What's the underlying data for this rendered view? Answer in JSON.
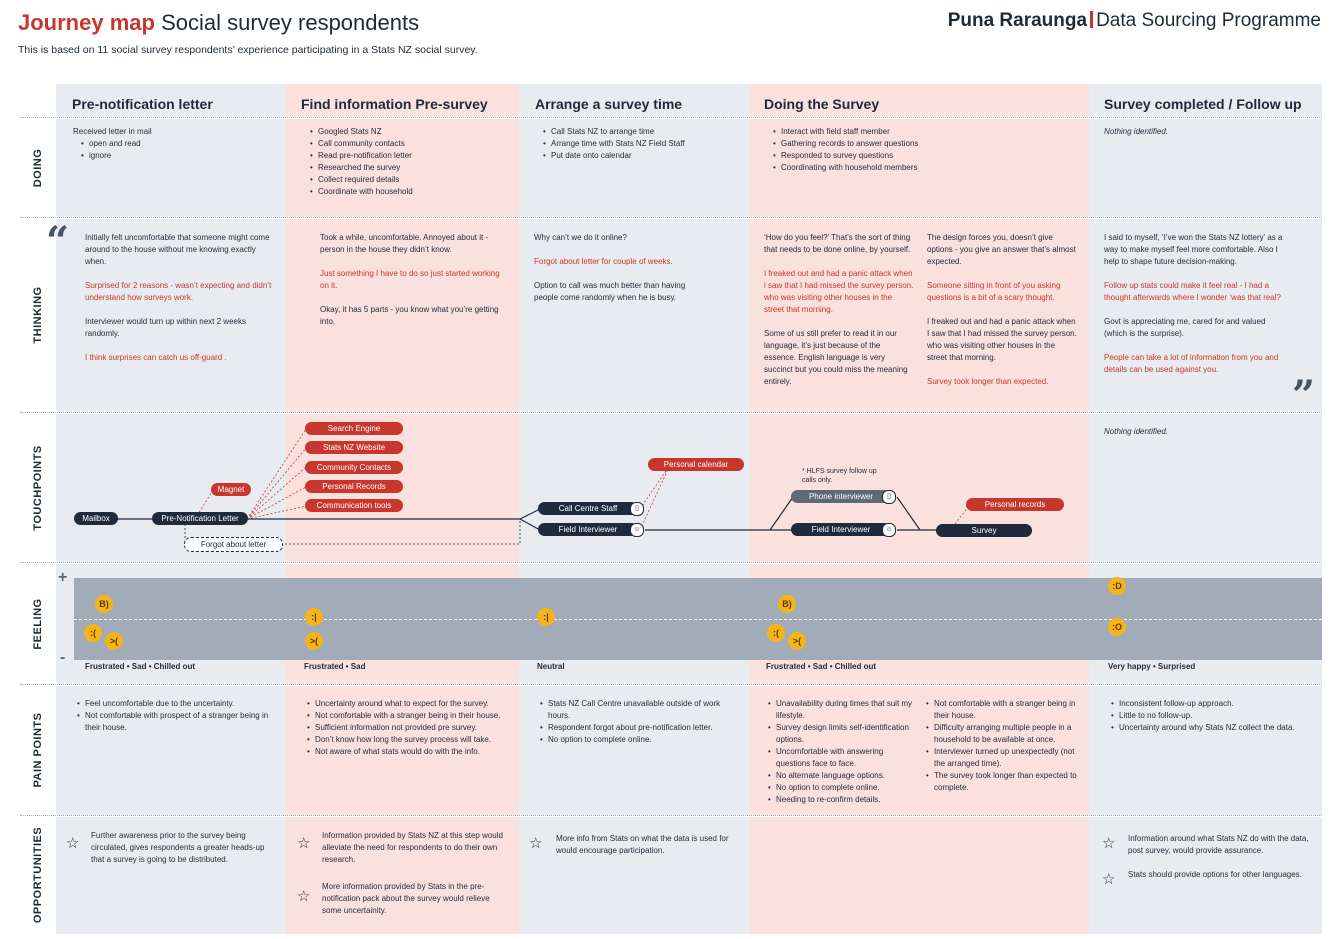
{
  "header": {
    "title_bold": "Journey map",
    "title_rest": "Social survey respondents",
    "subtitle": "This is based on 11 social survey respondents’ experience participating in a  Stats NZ social survey.",
    "brand_bold": "Puna Raraunga",
    "brand_rest": "Data Sourcing Programme"
  },
  "phases": [
    "Pre-notification letter",
    "Find information Pre-survey",
    "Arrange a survey time",
    "Doing the Survey",
    "Survey completed / Follow up"
  ],
  "rows": [
    "DOING",
    "THINKING",
    "TOUCHPOINTS",
    "FEELING",
    "PAIN POINTS",
    "OPPORTUNITIES"
  ],
  "doing": {
    "c1_intro": "Received letter in mail",
    "c1_items": [
      "open and read",
      "ignore"
    ],
    "c2_items": [
      "Googled Stats NZ",
      "Call community contacts",
      "Read pre-notification letter",
      "Researched the survey",
      "Collect required details",
      "Coordinate with household"
    ],
    "c3_items": [
      "Call Stats NZ to arrange time",
      "Arrange time with Stats NZ Field Staff",
      "Put date onto calendar"
    ],
    "c4_items": [
      "Interact with field staff member",
      "Gathering records to answer questions",
      "Responded to survey questions",
      "Coordinating with household members"
    ],
    "c5_text": "Nothing identified."
  },
  "thinking": {
    "c1": [
      {
        "t": "Initially felt uncomfortable that someone might come around to the house without me knowing exactly when.",
        "red": false
      },
      {
        "t": "Surprised for 2 reasons - wasn’t expecting and didn’t understand how surveys work.",
        "red": true
      },
      {
        "t": "Interviewer would turn up within next 2 weeks randomly.",
        "red": false
      },
      {
        "t": "I think surprises can catch us off-guard .",
        "red": true
      }
    ],
    "c2": [
      {
        "t": "Took a while, uncomfortable. Annoyed about it - person in the house they didn’t know.",
        "red": false
      },
      {
        "t": "Just something I have to do so just started working on it.",
        "red": true
      },
      {
        "t": "Okay, it has 5 parts - you know what you’re getting into.",
        "red": false
      }
    ],
    "c3": [
      {
        "t": "Why can’t we do it online?",
        "red": false
      },
      {
        "t": "Forgot about letter for couple of weeks.",
        "red": true
      },
      {
        "t": "Option to call was much better than having people come randomly when he is busy.",
        "red": false
      }
    ],
    "c4a": [
      {
        "t": "‘How do you feel?’ That’s the sort of thing that needs to be done online, by yourself.",
        "red": false
      },
      {
        "t": "I freaked out and had a panic attack when i saw that I had missed the survey person. who was visiting other houses in the street that morning.",
        "red": true
      },
      {
        "t": "Some of us still prefer to read it in our language, it’s just because of the essence. English language is very succinct but you could miss the meaning entirely.",
        "red": false
      }
    ],
    "c4b": [
      {
        "t": "The design forces you, doesn’t give options - you give an answer that’s almost expected.",
        "red": false
      },
      {
        "t": "Someone sitting in front of you asking questions is a bit of a scary thought.",
        "red": true
      },
      {
        "t": "I freaked out and had a panic attack when I saw that I had missed the survey person. who was visiting other houses in the street that morning.",
        "red": false
      },
      {
        "t": "Survey took longer than expected.",
        "red": true
      }
    ],
    "c5": [
      {
        "t": "I said to myself, ‘I’ve won the Stats NZ lottery’ as a way to make myself feel more comfortable. Also I help to shape future decision-making.",
        "red": false
      },
      {
        "t": "Follow up stats could make it feel real - I had a thought afterwards where I wonder ‘was that real?",
        "red": true
      },
      {
        "t": "Govt is appreciating me, cared for and valued (which is the surprise).",
        "red": false
      },
      {
        "t": "People can take a lot of information from you and details can be used against you.",
        "red": true
      }
    ]
  },
  "touchpoints": {
    "mailbox": "Mailbox",
    "prenotification": "Pre-Notification Letter",
    "magnet": "Magnet",
    "forgot": "Forgot about letter",
    "search": "Search Engine",
    "website": "Stats NZ Website",
    "community": "Community Contacts",
    "records": "Personal Records",
    "tools": "Communication tools",
    "callcentre": "Call Centre Staff",
    "field1": "Field Interviewer",
    "calendar": "Personal calendar",
    "hlfs_note": "* HLFS survey follow up calls only.",
    "phone": "Phone interviewer",
    "field2": "Field Interviewer",
    "personal_records": "Personal records",
    "survey": "Survey",
    "c5_text": "Nothing identified.",
    "phone_icon": "phone-icon",
    "person_icon": "person-icon"
  },
  "feeling": {
    "labels": [
      "Frustrated  •  Sad  •  Chilled out",
      "Frustrated  •  Sad",
      "Neutral",
      "Frustrated  •  Sad  •  Chilled out",
      "Very happy  •  Surprised"
    ],
    "plus": "+",
    "minus": "-",
    "face_color": "#f5b419",
    "band_color": "#a2acb8"
  },
  "pain": {
    "c1": [
      "Feel uncomfortable due to the uncertainty.",
      "Not comfortable with prospect of a stranger being in their house."
    ],
    "c2": [
      "Uncertainty around what to expect for the survey.",
      "Not comfortable with a stranger being in their house.",
      "Sufficient information not provided pre survey.",
      "Don’t know how long the survey process will take.",
      "Not aware of what stats would do with the info."
    ],
    "c3": [
      "Stats NZ Call Centre unavailable outside of work hours.",
      "Respondent forgot about pre-notification letter.",
      "No option to complete online."
    ],
    "c4a": [
      "Unavailability during times that suit my lifestyle.",
      "Survey design limits self-identification options.",
      "Uncomfortable with answering questions face to face.",
      "No alternate language options.",
      "No option to complete online.",
      "Needing to re-confirm details."
    ],
    "c4b": [
      "Not comfortable with a stranger being in their house.",
      "Difficulty arranging multiple people in a household to be available at once.",
      "Interviewer turned up unexpectedly (not the arranged time).",
      "The survey took longer than expected to complete."
    ],
    "c5": [
      "Inconsistent follow-up approach.",
      "Little to no follow-up.",
      "Uncertainty around why Stats NZ collect the data."
    ]
  },
  "opportunities": {
    "c1": "Further awareness prior to the survey being circulated, gives respondents a greater heads-up that a survey is going to be distributed.",
    "c2a": "Information provided by Stats NZ at this step would alleviate the need for respondents to do their own research.",
    "c2b": "More information provided by Stats in the pre-notification pack about the survey would relieve some uncertainity.",
    "c3": "More info from Stats on what the data is used for would encourage participation.",
    "c5a": "Information around what Stats NZ do with the data, post survey, would provide assurance.",
    "c5b": "Stats should provide options for other languages.",
    "star_icon": "star-icon"
  },
  "colors": {
    "accent": "#c8372d",
    "navy": "#1f2b3d",
    "grey_col": "#e8ecf1",
    "pink_col": "#fbe1de"
  }
}
